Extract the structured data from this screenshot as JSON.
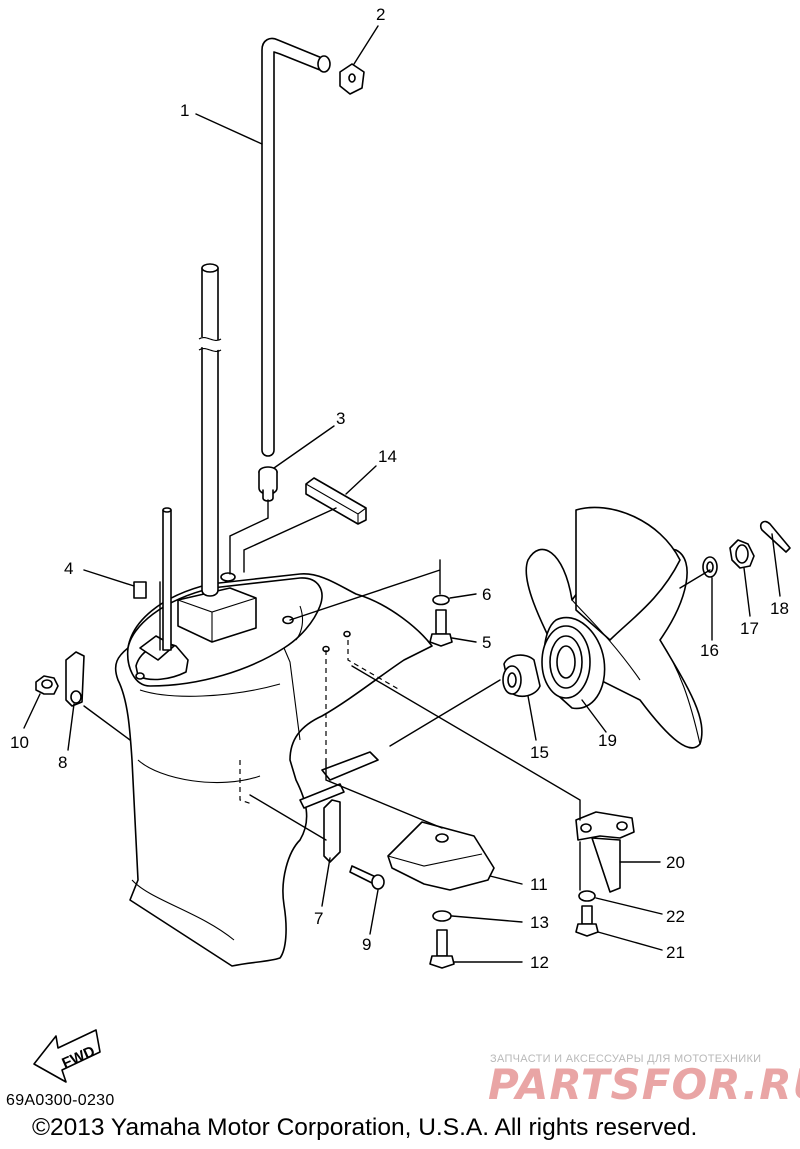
{
  "diagram": {
    "callouts": [
      {
        "num": "1"
      },
      {
        "num": "2"
      },
      {
        "num": "3"
      },
      {
        "num": "4"
      },
      {
        "num": "5"
      },
      {
        "num": "6"
      },
      {
        "num": "7"
      },
      {
        "num": "8"
      },
      {
        "num": "9"
      },
      {
        "num": "10"
      },
      {
        "num": "11"
      },
      {
        "num": "12"
      },
      {
        "num": "13"
      },
      {
        "num": "14"
      },
      {
        "num": "15"
      },
      {
        "num": "16"
      },
      {
        "num": "17"
      },
      {
        "num": "18"
      },
      {
        "num": "19"
      },
      {
        "num": "20"
      },
      {
        "num": "21"
      },
      {
        "num": "22"
      }
    ],
    "direction_label": "FWD"
  },
  "footer": {
    "drawing_code": "69A0300-0230",
    "copyright": "©2013 Yamaha Motor Corporation, U.S.A. All rights reserved."
  },
  "watermark": {
    "tagline": "ЗАПЧАСТИ И АКСЕССУАРЫ ДЛЯ МОТОТЕХНИКИ",
    "logo_text": "PARTSFOR.RU"
  }
}
